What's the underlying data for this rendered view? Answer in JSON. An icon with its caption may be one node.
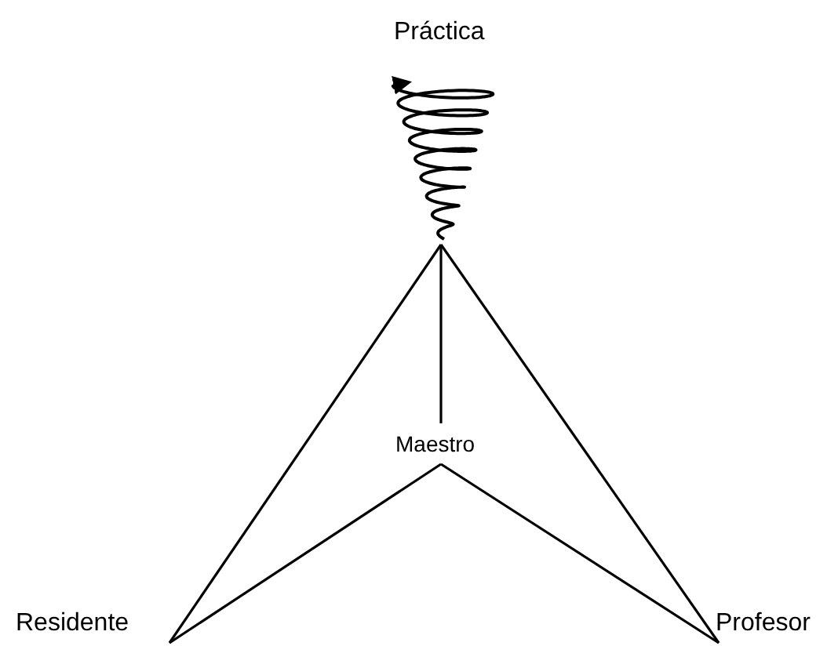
{
  "diagram": {
    "nodes": [
      {
        "text": [
          "Práctica"
        ]
      },
      {
        "text": [
          "Maestro"
        ]
      },
      {
        "text": [
          "Residente"
        ]
      },
      {
        "text": [
          "Profesor"
        ]
      }
    ],
    "edges": [
      {
        "from": 0,
        "to": 1,
        "arrow": "none"
      },
      {
        "from": 0,
        "to": 2,
        "arrow": "none"
      },
      {
        "from": 0,
        "to": 3,
        "arrow": "none"
      },
      {
        "from": 1,
        "to": 2,
        "arrow": "none"
      },
      {
        "from": 1,
        "to": 3,
        "arrow": "none"
      }
    ]
  }
}
